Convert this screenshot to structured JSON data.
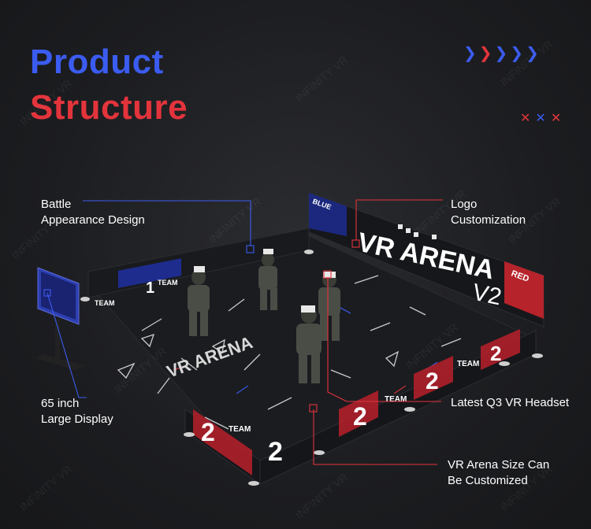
{
  "title": {
    "line1": "Product",
    "line2": "Structure"
  },
  "decor": {
    "chevrons": [
      "❯",
      "❯",
      "❯",
      "❯",
      "❯"
    ],
    "crosses": [
      "✕",
      "✕",
      "✕"
    ],
    "blue": "#3b5cf0",
    "red": "#e3343c"
  },
  "callouts": {
    "battle": {
      "line1": "Battle",
      "line2": "Appearance Design"
    },
    "logo": {
      "line1": "Logo",
      "line2": "Customization"
    },
    "display": {
      "line1": "65 inch",
      "line2": "Large Display"
    },
    "headset": {
      "line1": "Latest Q3 VR Headset"
    },
    "size": {
      "line1": "VR Arena Size Can",
      "line2": "Be Customized"
    }
  },
  "arena": {
    "wall_text": "VR ARENA",
    "wall_version": "V2",
    "floor_text": "VR ARENA",
    "team_label": "TEAM",
    "team_number_1": "1",
    "team_number_2": "2",
    "red_tag": "RED",
    "blue_tag": "BLUE"
  },
  "watermark": "INFINITY VR"
}
